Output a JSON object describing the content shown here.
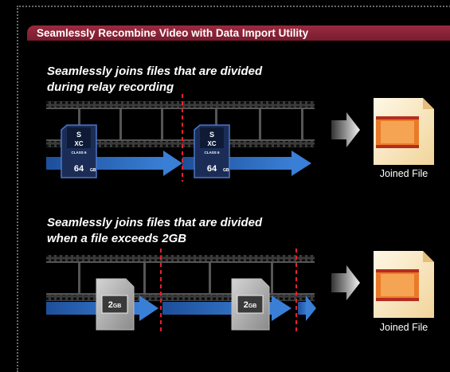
{
  "banner": {
    "title": "Seamlessly Recombine Video with Data Import Utility"
  },
  "sections": [
    {
      "caption_line1": "Seamlessly joins files that are divided",
      "caption_line2": "during relay recording",
      "output_label": "Joined File",
      "card_capacity": "64",
      "card_unit": "GB",
      "card_type": "SDXC",
      "card_class": "CLASS 6"
    },
    {
      "caption_line1": "Seamlessly joins files that are divided",
      "caption_line2": "when a file exceeds 2GB",
      "output_label": "Joined File",
      "file_size": "2",
      "file_unit": "GB"
    }
  ],
  "colors": {
    "accent": "#8b2236",
    "arrow": "#2f6dc0",
    "divider": "#e8202a",
    "file": "#e98a2c"
  },
  "icons": [
    "sd-card-icon",
    "document-icon",
    "film-strip-icon",
    "arrow-right-icon"
  ]
}
